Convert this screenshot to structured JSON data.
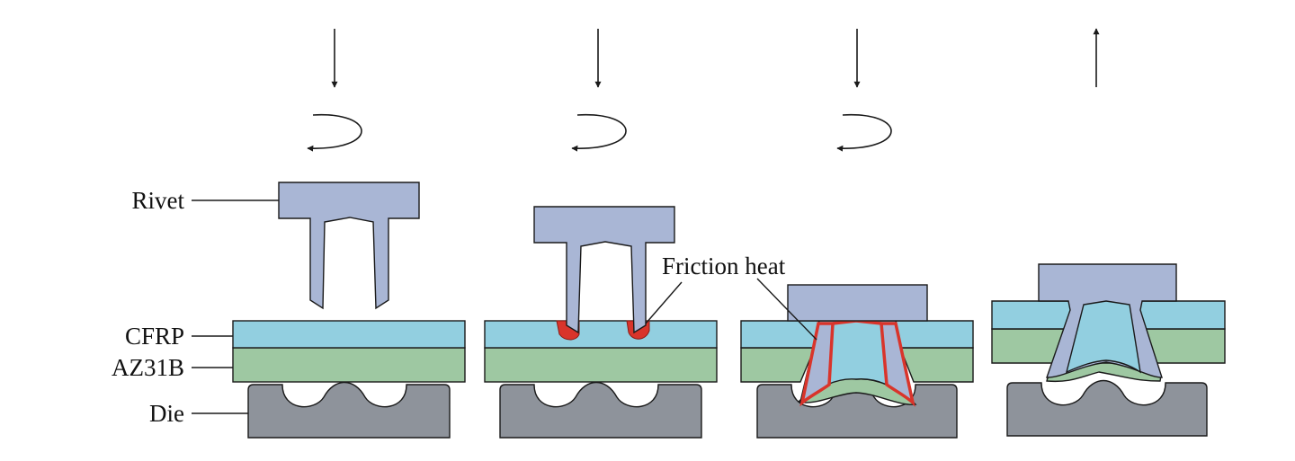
{
  "labels": {
    "rivet": "Rivet",
    "cfrp": "CFRP",
    "az31b": "AZ31B",
    "die": "Die",
    "friction_heat": "Friction heat"
  },
  "colors": {
    "rivet": "#a9b6d5",
    "cfrp": "#92cfe0",
    "az31b": "#9ec8a2",
    "die": "#8e939b",
    "heat": "#d9342b",
    "outline": "#1a1a1a"
  },
  "stages": [
    {
      "name": "stage-1",
      "tool_motion": "down",
      "rotation": true
    },
    {
      "name": "stage-2",
      "tool_motion": "down",
      "rotation": true
    },
    {
      "name": "stage-3",
      "tool_motion": "down",
      "rotation": true
    },
    {
      "name": "stage-4",
      "tool_motion": "up",
      "rotation": false
    }
  ]
}
